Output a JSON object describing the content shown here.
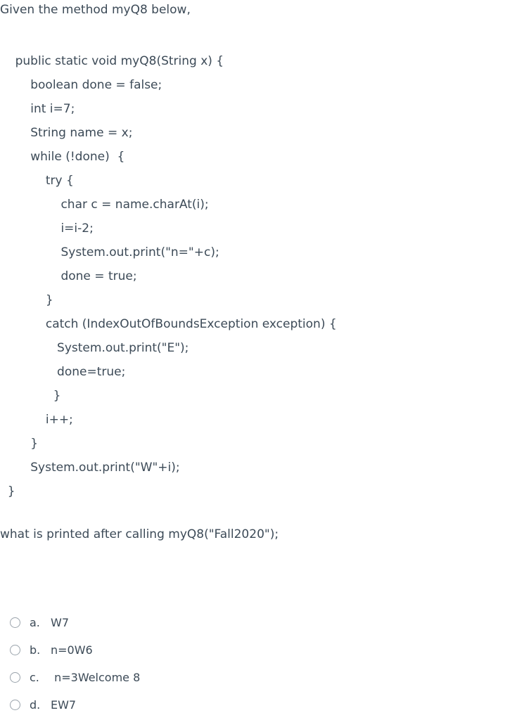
{
  "prompt": "Given the method myQ8 below,",
  "code": {
    "lines": [
      "    public static void myQ8(String x) {",
      "        boolean done = false;",
      "        int i=7;",
      "        String name = x;",
      "        while (!done)  {",
      "            try {",
      "                char c = name.charAt(i);",
      "                i=i-2;",
      "                System.out.print(\"n=\"+c);",
      "                done = true;",
      "            }",
      "            catch (IndexOutOfBoundsException exception) {",
      "               System.out.print(\"E\");",
      "               done=true;",
      "              }",
      "            i++;",
      "        }",
      "        System.out.print(\"W\"+i);",
      "  }"
    ]
  },
  "question": "what is printed after calling myQ8(\"Fall2020\");",
  "options": [
    {
      "letter": "a.",
      "text": "W7",
      "selected": false
    },
    {
      "letter": "b.",
      "text": "n=0W6",
      "selected": false
    },
    {
      "letter": "c.",
      "text": " n=3Welcome 8",
      "selected": false
    },
    {
      "letter": "d.",
      "text": "EW7",
      "selected": false
    }
  ],
  "colors": {
    "text": "#3c4a57",
    "background": "#ffffff",
    "radio_border": "#9aa3ab"
  }
}
